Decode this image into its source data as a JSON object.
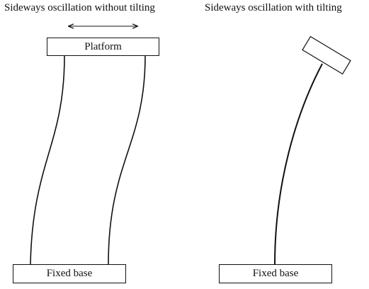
{
  "titles": {
    "left": "Sideways oscillation without tilting",
    "right": "Sideways oscillation with tilting"
  },
  "labels": {
    "platform": "Platform",
    "fixed_base_left": "Fixed base",
    "fixed_base_right": "Fixed base"
  },
  "colors": {
    "stroke": "#111111",
    "background": "#ffffff"
  }
}
